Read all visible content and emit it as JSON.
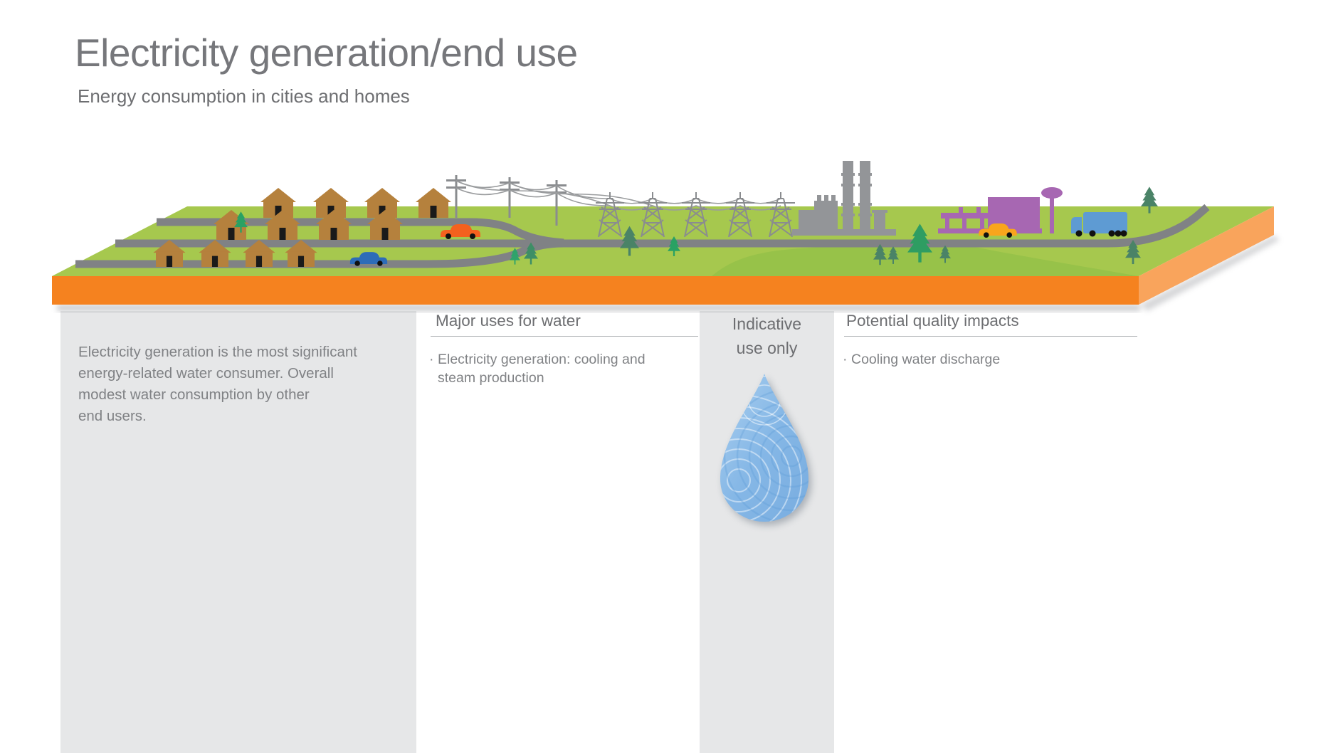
{
  "header": {
    "title": "Electricity generation/end use",
    "subtitle": "Energy consumption in cities and homes"
  },
  "summary_panel": {
    "lines": [
      "Electricity generation is the most significant",
      "energy-related water consumer. Overall",
      "modest water consumption by other",
      "end users."
    ]
  },
  "major_uses": {
    "heading": "Major uses for water",
    "bullet": "·",
    "item": "Electricity generation: cooling and steam production"
  },
  "indicative_note": {
    "line1": "Indicative",
    "line2": "use only"
  },
  "quality_impacts": {
    "heading": "Potential quality impacts",
    "bullet": "·",
    "item": "Cooling water discharge"
  },
  "illustration": {
    "icons": [
      "house-icon",
      "pine-tree-icon",
      "power-pole-icon",
      "transmission-tower-icon",
      "power-plant-icon",
      "smokestack-icon",
      "purple-factory-icon",
      "water-tower-icon",
      "car-icon",
      "truck-icon",
      "road",
      "grass-platform",
      "water-drop-icon"
    ]
  },
  "colors": {
    "platform_front": "#F5821F",
    "platform_side": "#F9A45C",
    "grass": "#A6C84E",
    "grass_shade": "#97C249",
    "road": "#808285",
    "house": "#B5813D",
    "tree_bright": "#29A163",
    "tree_dark": "#4A8367",
    "industry_gray": "#939598",
    "factory_purple": "#A767B2",
    "vehicle_orange": "#F4611E",
    "vehicle_blue": "#2D6CB8",
    "vehicle_yellow": "#F9A51C",
    "truck_blue": "#5E9BD3",
    "drop_blue": "#85B7E6",
    "panel_gray": "#E6E7E8",
    "text_gray": "#808285"
  }
}
